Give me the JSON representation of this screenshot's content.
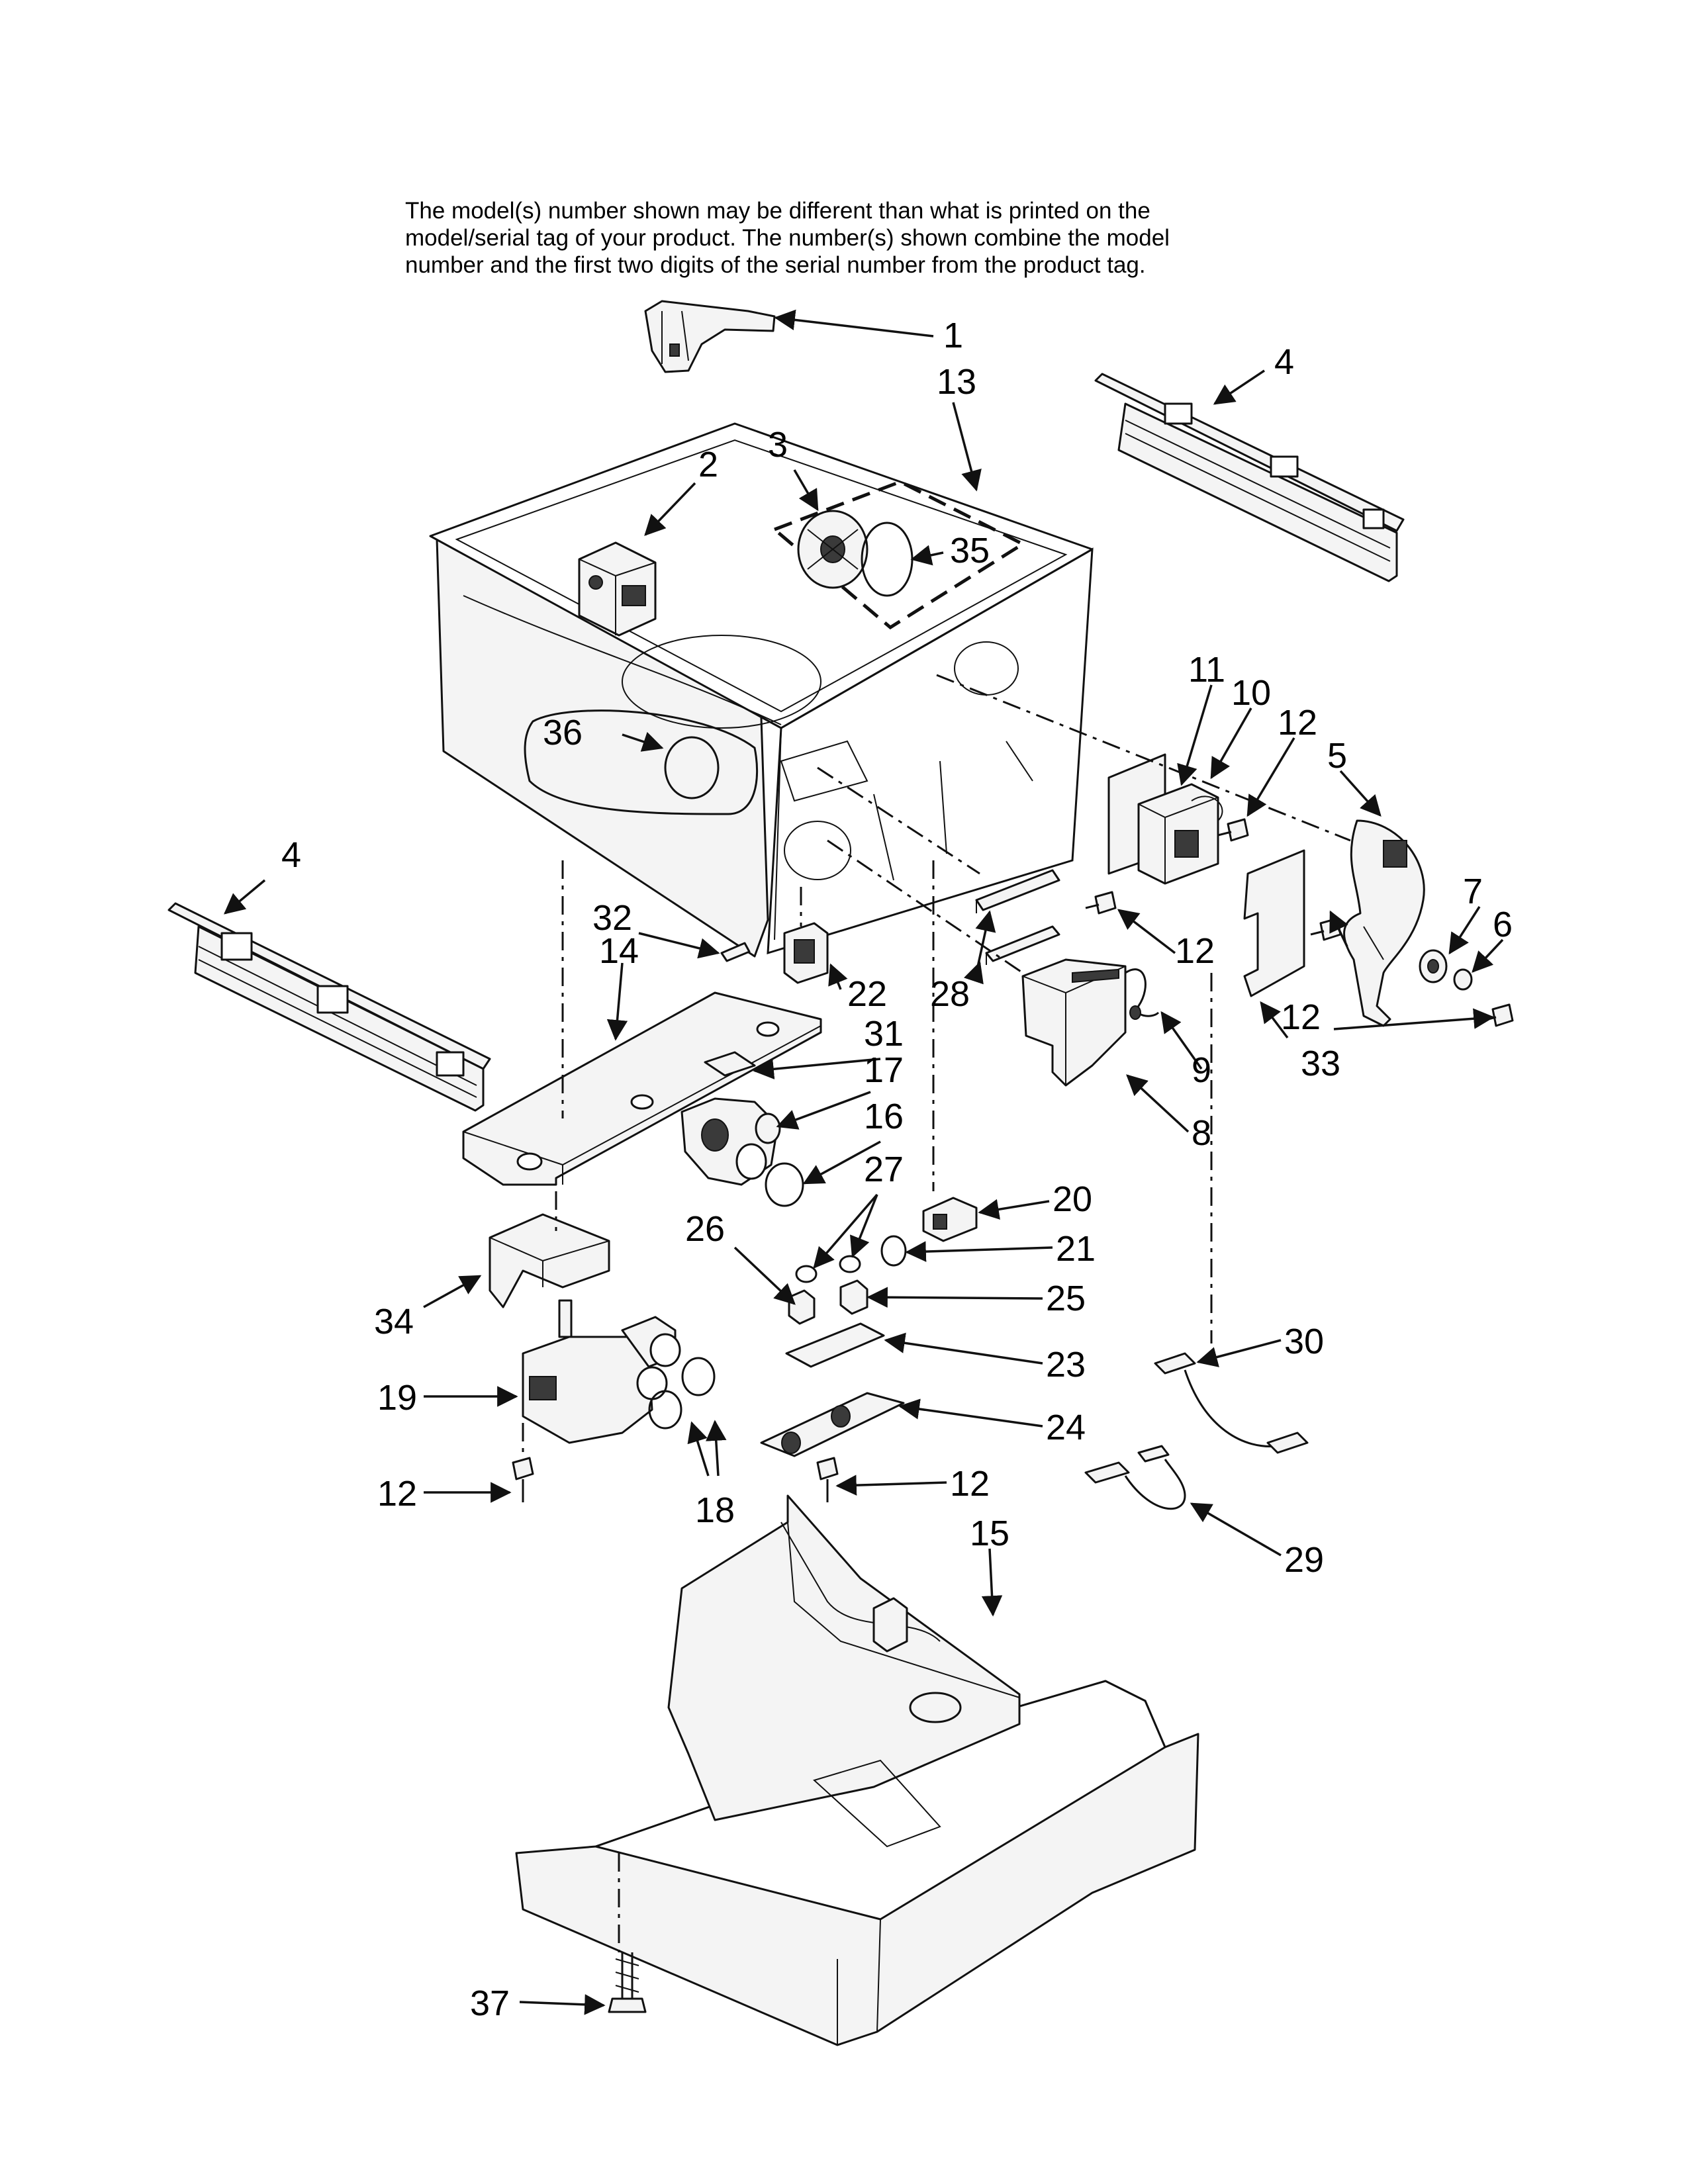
{
  "notice": {
    "line1": "The model(s) number shown may be different than what is printed on the",
    "line2": "model/serial tag of your product. The number(s) shown combine the model",
    "line3": "number and the first two digits of the serial number from the product tag."
  },
  "callouts": {
    "c1": "1",
    "c13": "13",
    "c4a": "4",
    "c3": "3",
    "c2": "2",
    "c35": "35",
    "c11": "11",
    "c10": "10",
    "c12a": "12",
    "c5": "5",
    "c36": "36",
    "c4b": "4",
    "c7": "7",
    "c6": "6",
    "c32": "32",
    "c14": "14",
    "c12b": "12",
    "c22": "22",
    "c28": "28",
    "c12c": "12",
    "c33": "33",
    "c9": "9",
    "c31": "31",
    "c17": "17",
    "c16": "16",
    "c8": "8",
    "c27": "27",
    "c20": "20",
    "c26": "26",
    "c21": "21",
    "c25": "25",
    "c34": "34",
    "c30": "30",
    "c23": "23",
    "c19": "19",
    "c24": "24",
    "c12d": "12",
    "c12e": "12",
    "c18": "18",
    "c15": "15",
    "c29": "29",
    "c37": "37"
  }
}
